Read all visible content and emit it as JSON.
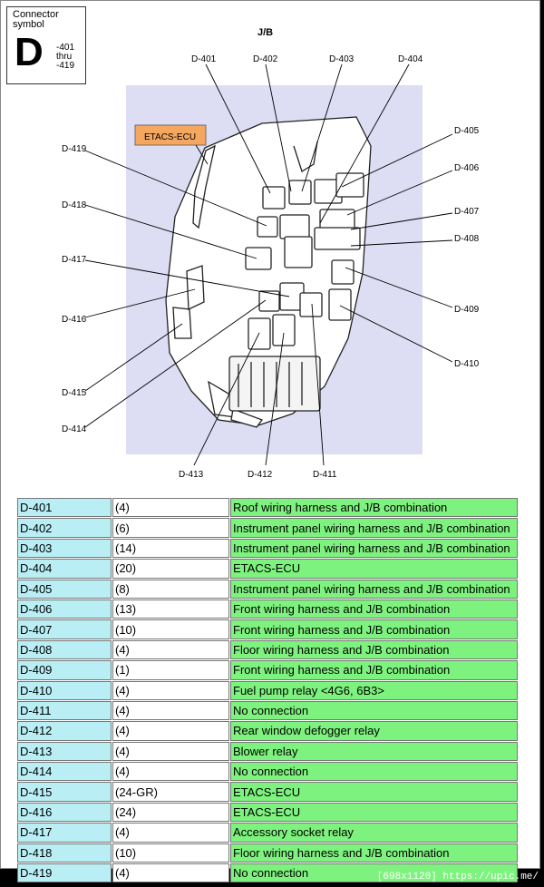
{
  "symbol": {
    "title": "Connector symbol",
    "letter": "D",
    "range": [
      "-401",
      "thru",
      "-419"
    ]
  },
  "diagram": {
    "title": "J/B",
    "etacs_label": "ETACS-ECU",
    "callouts": [
      "D-401",
      "D-402",
      "D-403",
      "D-404",
      "D-405",
      "D-406",
      "D-407",
      "D-408",
      "D-409",
      "D-410",
      "D-411",
      "D-412",
      "D-413",
      "D-414",
      "D-415",
      "D-416",
      "D-417",
      "D-418",
      "D-419"
    ]
  },
  "table": {
    "rows": [
      {
        "id": "D-401",
        "pins": "(4)",
        "desc": "Roof wiring harness and J/B combination"
      },
      {
        "id": "D-402",
        "pins": "(6)",
        "desc": "Instrument panel wiring harness and J/B combination"
      },
      {
        "id": "D-403",
        "pins": "(14)",
        "desc": "Instrument panel wiring harness and J/B combination"
      },
      {
        "id": "D-404",
        "pins": "(20)",
        "desc": "ETACS-ECU"
      },
      {
        "id": "D-405",
        "pins": "(8)",
        "desc": "Instrument panel wiring harness and J/B combination"
      },
      {
        "id": "D-406",
        "pins": "(13)",
        "desc": "Front wiring harness and J/B combination"
      },
      {
        "id": "D-407",
        "pins": "(10)",
        "desc": "Front wiring harness and J/B combination"
      },
      {
        "id": "D-408",
        "pins": "(4)",
        "desc": "Floor wiring harness and J/B combination"
      },
      {
        "id": "D-409",
        "pins": "(1)",
        "desc": "Front wiring harness and J/B combination"
      },
      {
        "id": "D-410",
        "pins": "(4)",
        "desc": "Fuel pump relay <4G6, 6B3>"
      },
      {
        "id": "D-411",
        "pins": "(4)",
        "desc": "No connection"
      },
      {
        "id": "D-412",
        "pins": "(4)",
        "desc": "Rear window defogger relay"
      },
      {
        "id": "D-413",
        "pins": "(4)",
        "desc": "Blower relay"
      },
      {
        "id": "D-414",
        "pins": "(4)",
        "desc": "No connection"
      },
      {
        "id": "D-415",
        "pins": "(24-GR)",
        "desc": "ETACS-ECU"
      },
      {
        "id": "D-416",
        "pins": "(24)",
        "desc": "ETACS-ECU"
      },
      {
        "id": "D-417",
        "pins": "(4)",
        "desc": "Accessory socket relay"
      },
      {
        "id": "D-418",
        "pins": "(10)",
        "desc": "Floor wiring harness and J/B combination"
      },
      {
        "id": "D-419",
        "pins": "(4)",
        "desc": "No connection"
      }
    ]
  },
  "footer": "[698x1120] https://upic.me/"
}
